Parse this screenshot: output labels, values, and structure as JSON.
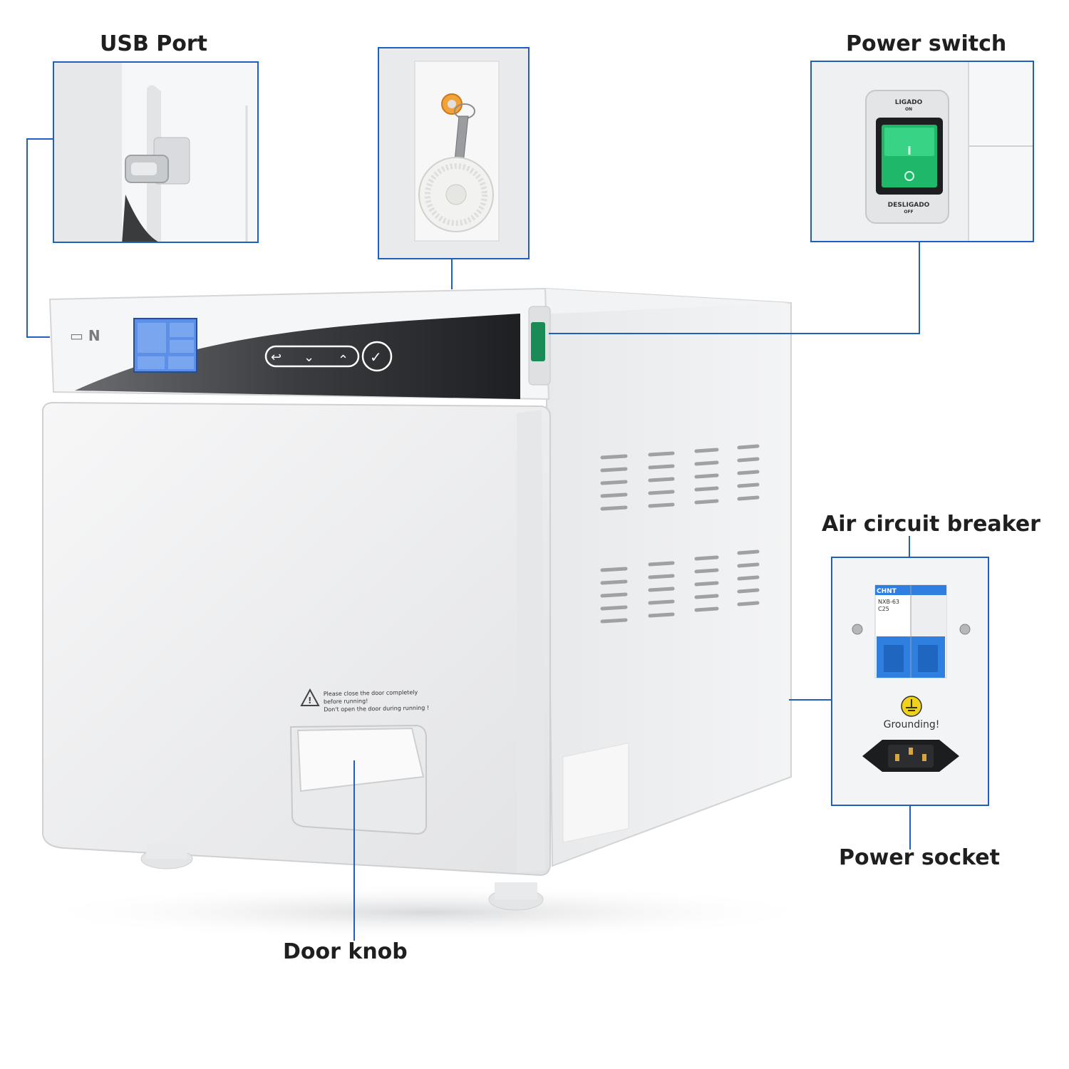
{
  "callouts": {
    "usb_port": "USB Port",
    "power_switch": "Power switch",
    "air_circuit_breaker": "Air circuit breaker",
    "power_socket": "Power socket",
    "door_knob": "Door knob"
  },
  "power_switch_panel": {
    "on_label": "LIGADO",
    "on_sub": "ON",
    "off_label": "DESLIGADO",
    "off_sub": "OFF"
  },
  "breaker_panel": {
    "brand": "CHNT",
    "model": "NXB-63",
    "rating": "C25",
    "grounding": "Grounding!"
  },
  "door_warning": {
    "line1": "Please close the door completely",
    "line2": "before running!",
    "line3": "Don't open the door during running !"
  },
  "colors": {
    "callout_line": "#1e5fbf",
    "switch_green": "#1fb86a",
    "breaker_blue": "#2f7fe0",
    "screen_blue": "#5b8fe8"
  }
}
